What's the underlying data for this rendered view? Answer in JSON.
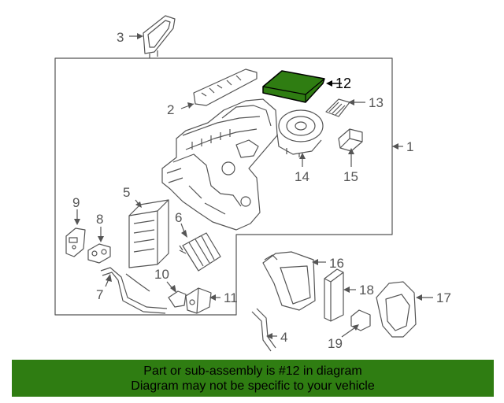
{
  "callouts": {
    "c1": "1",
    "c2": "2",
    "c3": "3",
    "c4": "4",
    "c5": "5",
    "c6": "6",
    "c7": "7",
    "c8": "8",
    "c9": "9",
    "c10": "10",
    "c11": "11",
    "c12": "12",
    "c13": "13",
    "c14": "14",
    "c15": "15",
    "c16": "16",
    "c17": "17",
    "c18": "18",
    "c19": "19"
  },
  "banner": {
    "line1": "Part or sub-assembly is #12 in diagram",
    "line2": "Diagram may not be specific to your vehicle"
  },
  "colors": {
    "highlight_part": "#2f7d12",
    "banner_bg": "#2f7d12",
    "line_art": "#555555"
  }
}
